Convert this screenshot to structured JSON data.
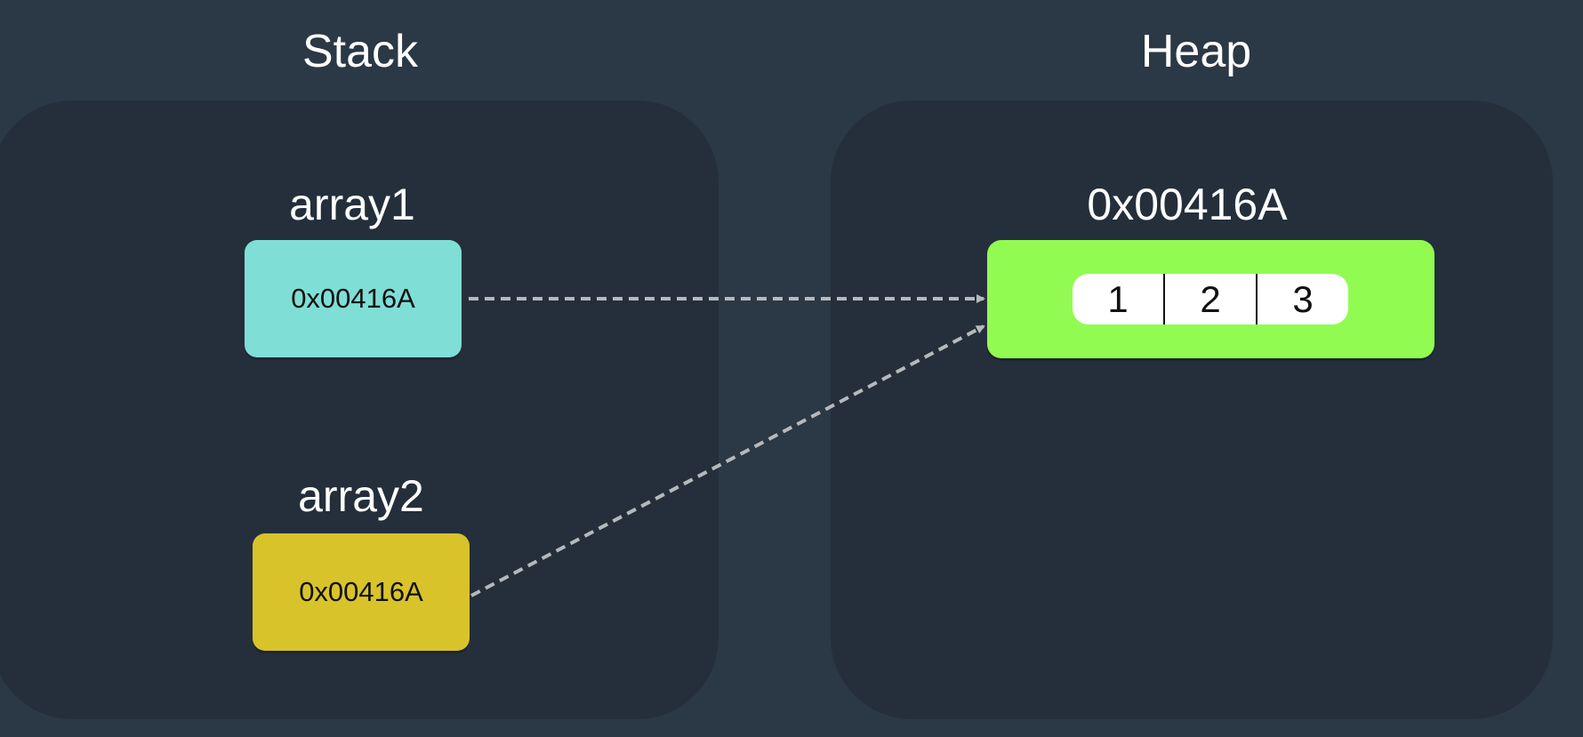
{
  "stack": {
    "title": "Stack",
    "variables": [
      {
        "name": "array1",
        "value": "0x00416A",
        "color": "#7fded6"
      },
      {
        "name": "array2",
        "value": "0x00416A",
        "color": "#d9c32b"
      }
    ]
  },
  "heap": {
    "title": "Heap",
    "object": {
      "address": "0x00416A",
      "color": "#92fb52",
      "values": [
        "1",
        "2",
        "3"
      ]
    }
  },
  "colors": {
    "background": "#2b3845",
    "panel": "#242f3b",
    "arrow": "#b5b9be"
  }
}
